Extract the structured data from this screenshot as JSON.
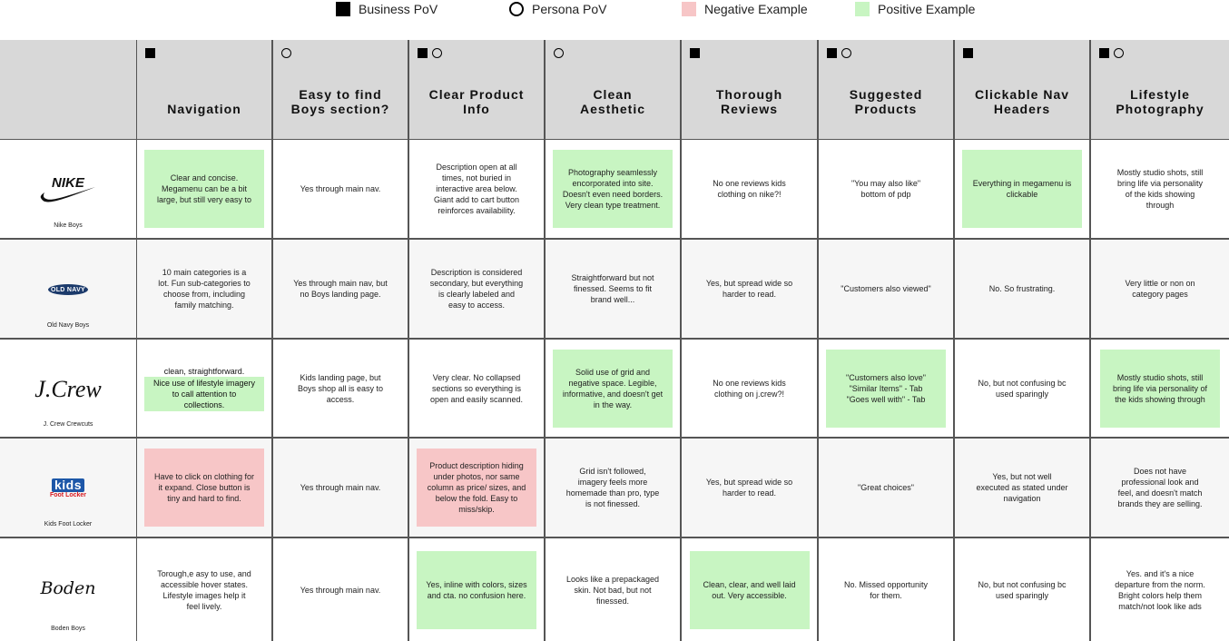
{
  "legend": {
    "business": "Business PoV",
    "persona": "Persona PoV",
    "negative": "Negative Example",
    "positive": "Positive Example"
  },
  "colors": {
    "positive": "#c8f5c2",
    "negative": "#f7c6c7",
    "header_bg": "#d8d8d8",
    "grid_line": "#555555"
  },
  "columns": [
    {
      "label": "Navigation",
      "markers": [
        "square"
      ]
    },
    {
      "label": "Easy to find\nBoys section?",
      "markers": [
        "circle"
      ]
    },
    {
      "label": "Clear Product\nInfo",
      "markers": [
        "square",
        "circle"
      ]
    },
    {
      "label": "Clean\nAesthetic",
      "markers": [
        "circle"
      ]
    },
    {
      "label": "Thorough\nReviews",
      "markers": [
        "square"
      ]
    },
    {
      "label": "Suggested\nProducts",
      "markers": [
        "square",
        "circle"
      ]
    },
    {
      "label": "Clickable Nav\nHeaders",
      "markers": [
        "square"
      ]
    },
    {
      "label": "Lifestyle\nPhotography",
      "markers": [
        "square",
        "circle"
      ]
    }
  ],
  "rows": [
    {
      "brand": "Nike Boys",
      "logo": "nike-swoosh-icon",
      "cells": [
        {
          "text": "Clear and concise. Megamenu can be a bit large, but still very easy to",
          "tone": "pos"
        },
        {
          "text": "Yes through main nav.",
          "tone": ""
        },
        {
          "text": "Description open at all times, not buried in interactive area below. Giant add to cart button reinforces availability.",
          "tone": ""
        },
        {
          "text": "Photography seamlessly encorporated into site. Doesn't even need borders. Very clean type treatment.",
          "tone": "pos"
        },
        {
          "text": "No one reviews kids clothing on nike?!",
          "tone": ""
        },
        {
          "text": "\"You may also like\" bottom of pdp",
          "tone": ""
        },
        {
          "text": "Everything in megamenu is clickable",
          "tone": "pos"
        },
        {
          "text": "Mostly studio shots, still bring life via personality of the kids showing through",
          "tone": ""
        }
      ]
    },
    {
      "brand": "Old Navy Boys",
      "logo": "old-navy-logo",
      "logo_text": "OLD NAVY",
      "cells": [
        {
          "text": "10 main categories is a lot. Fun sub-categories to choose from, including family matching.",
          "tone": ""
        },
        {
          "text": "Yes through main nav, but no Boys landing page.",
          "tone": ""
        },
        {
          "text": "Description is considered secondary, but everything is clearly labeled and easy to access.",
          "tone": ""
        },
        {
          "text": "Straightforward but not finessed. Seems to fit brand well...",
          "tone": ""
        },
        {
          "text": "Yes, but spread wide so harder to read.",
          "tone": ""
        },
        {
          "text": "\"Customers also viewed\"",
          "tone": ""
        },
        {
          "text": "No. So frustrating.",
          "tone": ""
        },
        {
          "text": "Very little or non on category pages",
          "tone": ""
        }
      ]
    },
    {
      "brand": "J. Crew Crewcuts",
      "logo": "jcrew-logo",
      "logo_text": "J.Crew",
      "cells": [
        {
          "text": "clean, straightforward.",
          "text2": "Nice use of lifestyle imagery to call attention to collections.",
          "tone": "split"
        },
        {
          "text": "Kids landing page, but Boys shop all is easy to access.",
          "tone": ""
        },
        {
          "text": "Very clear. No collapsed sections so everything is open and easily scanned.",
          "tone": ""
        },
        {
          "text": "Solid use of grid and negative space. Legible, informative, and doesn't get in the way.",
          "tone": "pos"
        },
        {
          "text": "No one reviews kids clothing on j.crew?!",
          "tone": ""
        },
        {
          "text": "\"Customers also love\"\n\"Similar Items\" - Tab\n\"Goes well with\" - Tab",
          "tone": "pos"
        },
        {
          "text": "No, but not confusing bc used sparingly",
          "tone": ""
        },
        {
          "text": "Mostly studio shots, still bring life via personality of the kids showing through",
          "tone": "pos"
        }
      ]
    },
    {
      "brand": "Kids Foot Locker",
      "logo": "kids-foot-locker-logo",
      "logo_text": "kids",
      "logo_sub": "Foot Locker",
      "cells": [
        {
          "text": "Have to click on clothing for it expand. Close button is tiny and hard to find.",
          "tone": "neg"
        },
        {
          "text": "Yes through main nav.",
          "tone": ""
        },
        {
          "text": "Product description hiding under photos, nor same column as price/ sizes, and below the fold. Easy to miss/skip.",
          "tone": "neg"
        },
        {
          "text": "Grid isn't followed, imagery feels more homemade than pro, type is not finessed.",
          "tone": ""
        },
        {
          "text": "Yes, but spread wide so harder to read.",
          "tone": ""
        },
        {
          "text": "\"Great choices\"",
          "tone": ""
        },
        {
          "text": "Yes, but not well executed as stated under navigation",
          "tone": ""
        },
        {
          "text": "Does not have professional look and feel, and doesn't match brands they are selling.",
          "tone": ""
        }
      ]
    },
    {
      "brand": "Boden Boys",
      "logo": "boden-logo",
      "logo_text": "Boden",
      "cells": [
        {
          "text": "Torough,e asy to use, and accessible hover states. Lifestyle images help it feel lively.",
          "tone": ""
        },
        {
          "text": "Yes through main nav.",
          "tone": ""
        },
        {
          "text": "Yes, inline with colors, sizes and cta. no confusion here.",
          "tone": "pos"
        },
        {
          "text": "Looks like a prepackaged skin. Not bad, but not finessed.",
          "tone": ""
        },
        {
          "text": "Clean, clear, and well laid out. Very accessible.",
          "tone": "pos"
        },
        {
          "text": "No. Missed opportunity for them.",
          "tone": ""
        },
        {
          "text": "No, but not confusing bc used sparingly",
          "tone": ""
        },
        {
          "text": "Yes. and it's a nice departure from the norm. Bright colors help them match/not look like ads",
          "tone": ""
        }
      ]
    }
  ]
}
